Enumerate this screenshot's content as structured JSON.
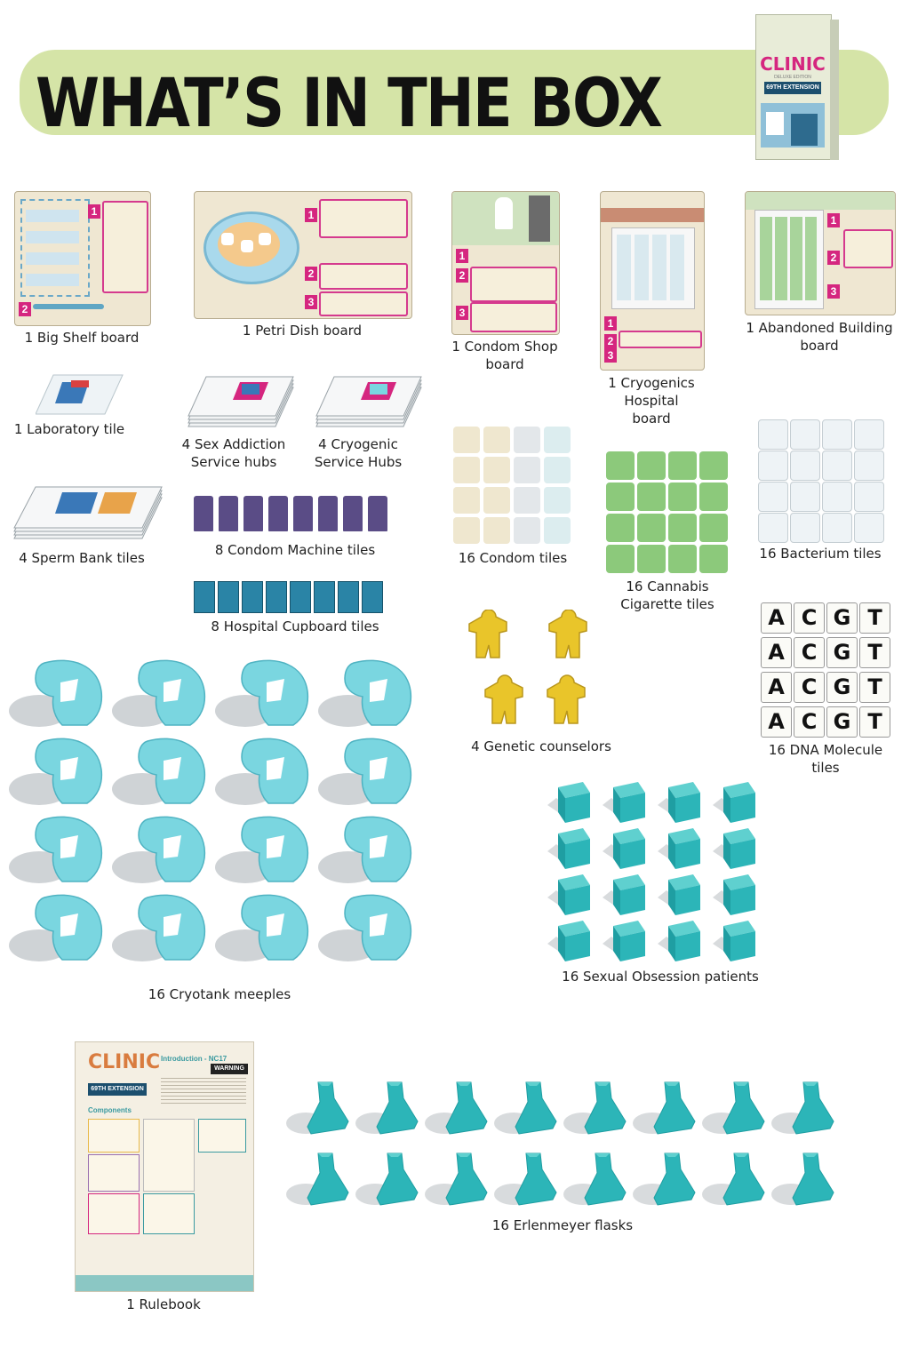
{
  "title": "WHAT’S IN THE BOX",
  "box": {
    "brand": "CLINIC",
    "edition": "DELUXE EDITION",
    "extension": "69TH EXTENSION"
  },
  "components": {
    "big_shelf": "1 Big Shelf board",
    "petri_dish": "1 Petri Dish board",
    "condom_shop_l1": "1 Condom Shop",
    "condom_shop_l2": "board",
    "cryo_hospital_l1": "1 Cryogenics",
    "cryo_hospital_l2": "Hospital",
    "cryo_hospital_l3": "board",
    "abandoned_l1": "1 Abandoned Building",
    "abandoned_l2": "board",
    "laboratory": "1 Laboratory tile",
    "sex_hubs_l1": "4 Sex Addiction",
    "sex_hubs_l2": "Service hubs",
    "cryo_hubs_l1": "4 Cryogenic",
    "cryo_hubs_l2": "Service Hubs",
    "sperm_bank": "4 Sperm Bank tiles",
    "condom_machine": "8 Condom Machine tiles",
    "cupboard": "8 Hospital Cupboard tiles",
    "condom_tiles": "16 Condom tiles",
    "cannabis_l1": "16 Cannabis",
    "cannabis_l2": "Cigarette tiles",
    "bacterium": "16 Bacterium tiles",
    "counselors": "4 Genetic counselors",
    "dna_l1": "16 DNA Molecule",
    "dna_l2": "tiles",
    "cryotank": "16 Cryotank meeples",
    "obsession": "16 Sexual Obsession patients",
    "flasks": "16 Erlenmeyer flasks",
    "rulebook": "1 Rulebook"
  },
  "dna_letters": [
    "A",
    "C",
    "G",
    "T"
  ],
  "rulebook": {
    "brand": "CLINIC",
    "heading": "Introduction - NC17",
    "warning": "WARNING",
    "extension": "69TH EXTENSION",
    "section": "Components"
  },
  "colors": {
    "banner": "#d5e4a7",
    "magenta": "#d5267f",
    "teal": "#2cb5b8",
    "ice": "#7ad6e0",
    "yellow": "#e9c52a",
    "purple": "#5a4c86"
  }
}
